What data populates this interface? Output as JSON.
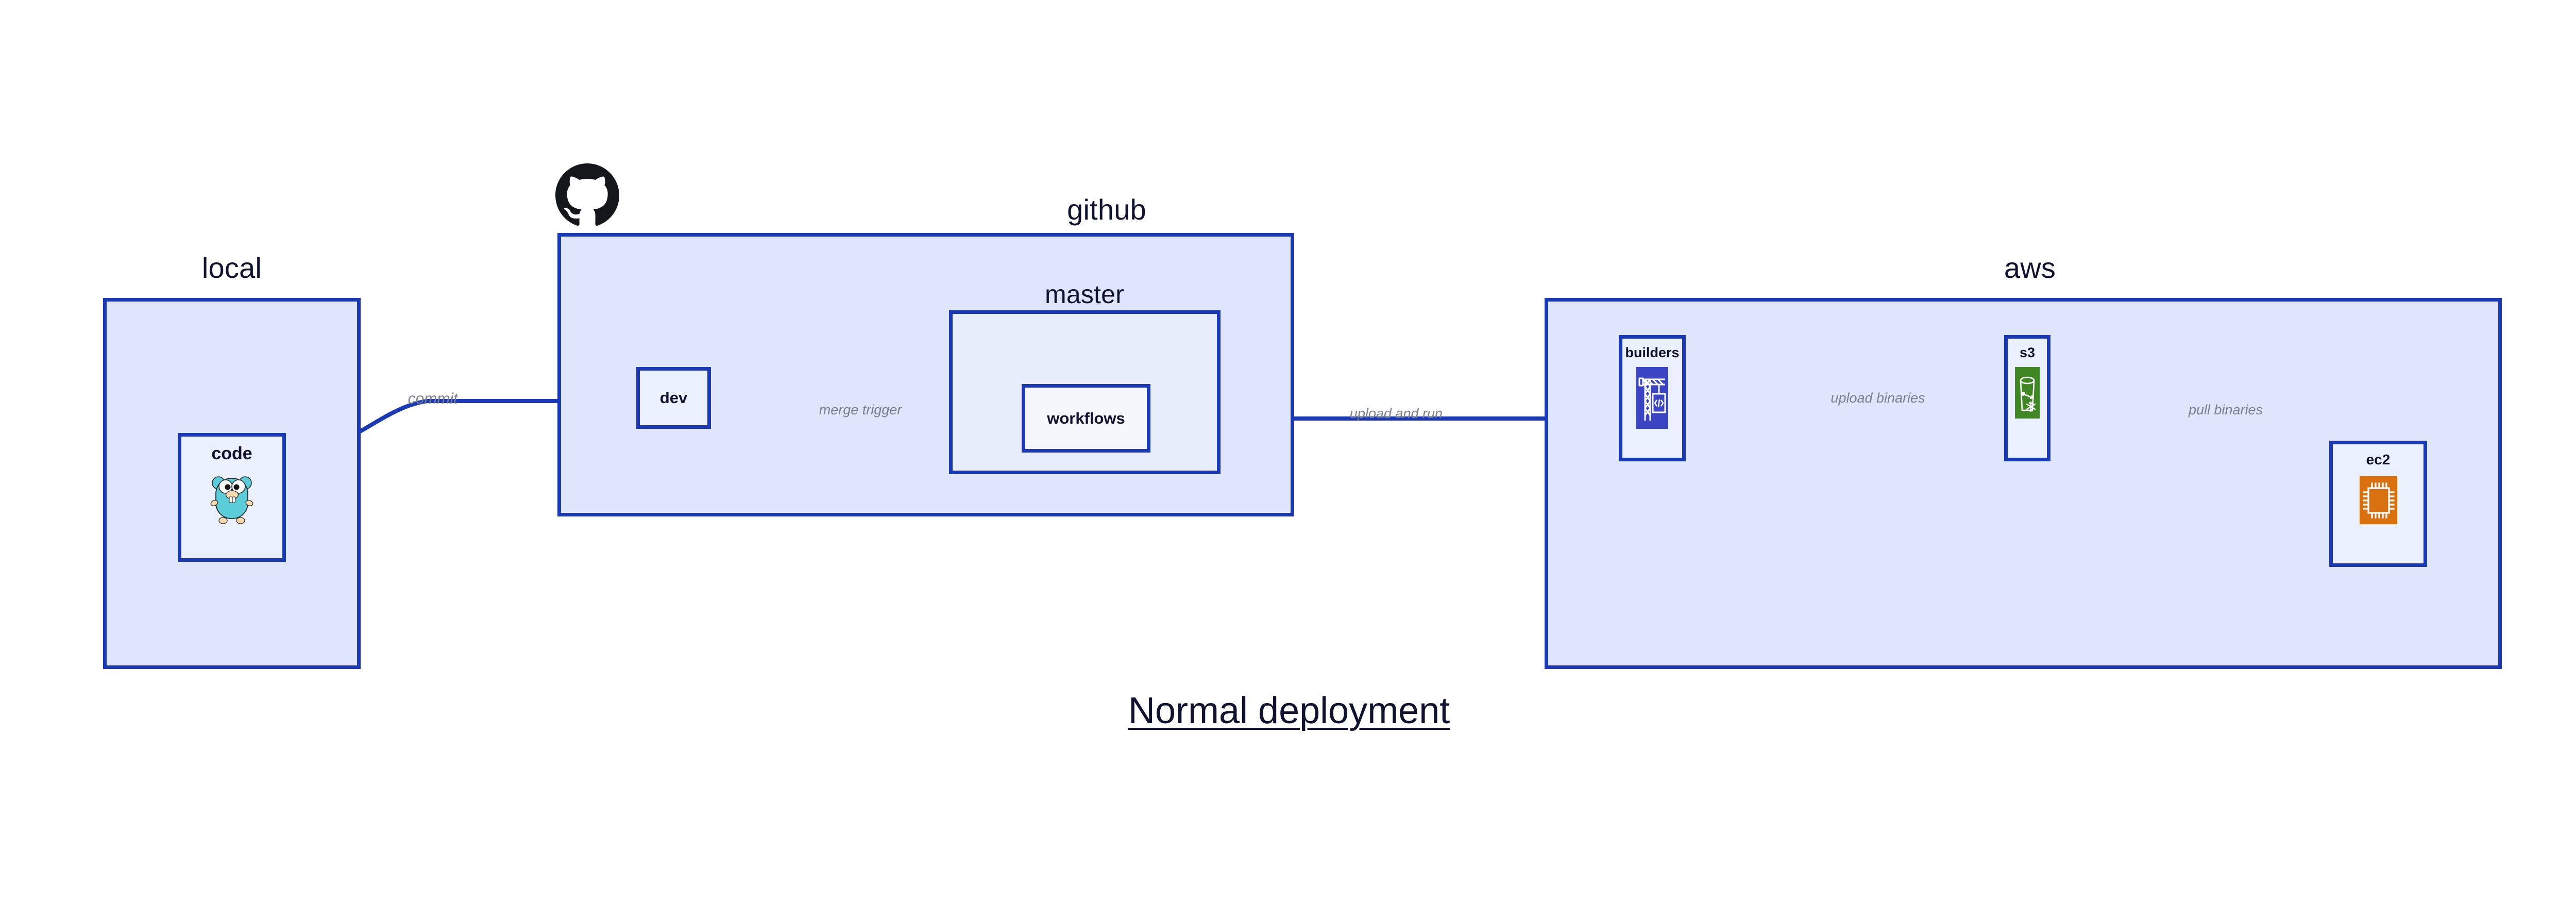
{
  "diagram": {
    "title": "Normal deployment",
    "colors": {
      "edge": "#1939b7",
      "group_border": "#1939b7",
      "group_fill": "#dfe5fa",
      "group_fill_light": "#e8edfb",
      "node_fill": "#eaf0fc",
      "node_fill_white": "#f5f7fd",
      "label_text": "#101230",
      "edge_label_text": "#7a7f8c",
      "builders_icon_bg": "#3b45c4",
      "s3_icon_bg": "#3f8624",
      "ec2_icon_bg": "#d9700f",
      "gopher_body": "#5bcdd8",
      "github_logo": "#16161d"
    },
    "groups": [
      {
        "id": "local",
        "caption": "local"
      },
      {
        "id": "github",
        "caption": "github"
      },
      {
        "id": "master",
        "caption": "master"
      },
      {
        "id": "aws",
        "caption": "aws"
      }
    ],
    "nodes": [
      {
        "id": "code",
        "label": "code",
        "icon": "go-gopher-icon"
      },
      {
        "id": "dev",
        "label": "dev",
        "icon": "none"
      },
      {
        "id": "workflows",
        "label": "workflows",
        "icon": "none"
      },
      {
        "id": "builders",
        "label": "builders",
        "icon": "aws-codebuild-crane-icon"
      },
      {
        "id": "s3",
        "label": "s3",
        "icon": "aws-s3-bucket-icon"
      },
      {
        "id": "ec2",
        "label": "ec2",
        "icon": "aws-ec2-chip-icon"
      }
    ],
    "edges": [
      {
        "id": "code-to-dev",
        "from": "code",
        "to": "dev",
        "label": "commit"
      },
      {
        "id": "dev-to-workflows",
        "from": "dev",
        "to": "workflows",
        "label": "merge trigger"
      },
      {
        "id": "workflows-to-builders",
        "from": "workflows",
        "to": "builders",
        "label": "upload and run"
      },
      {
        "id": "builders-to-s3",
        "from": "builders",
        "to": "s3",
        "label": "upload binaries"
      },
      {
        "id": "s3-to-ec2",
        "from": "s3",
        "to": "ec2",
        "label": "pull binaries"
      }
    ],
    "logos": [
      {
        "id": "github-logo",
        "name": "github-octocat-logo"
      }
    ]
  }
}
